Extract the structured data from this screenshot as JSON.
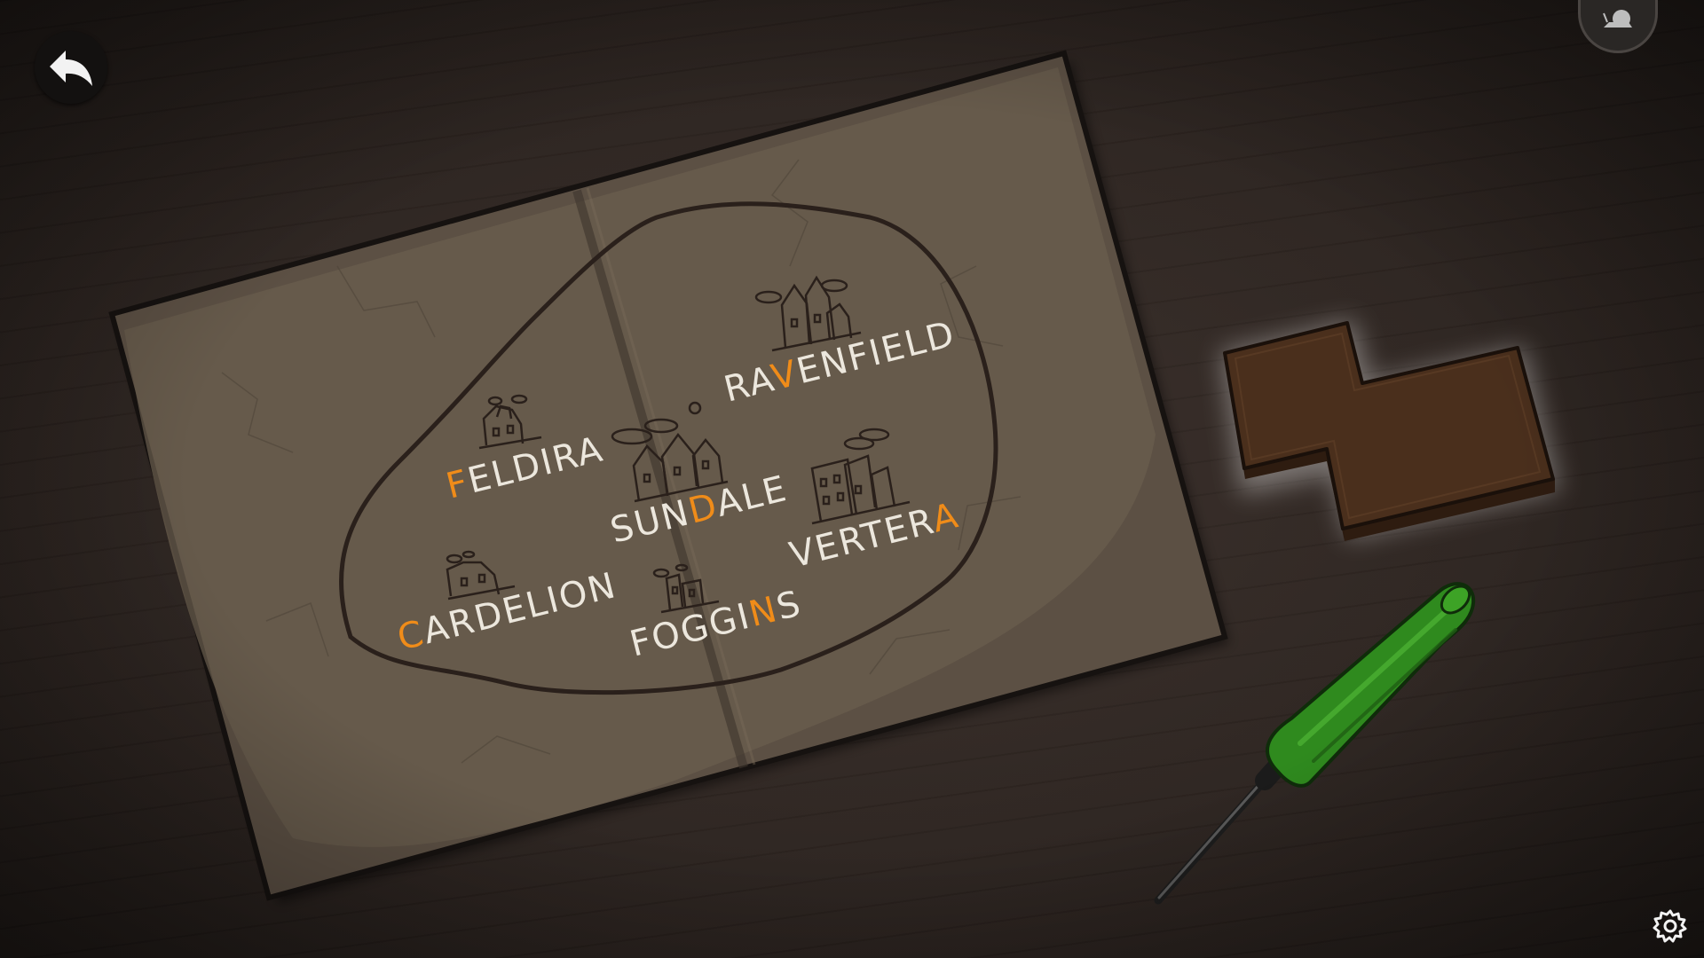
{
  "scene": {
    "name": "town-map-puzzle"
  },
  "colors": {
    "table": "#2e2521",
    "paper": "#5e5245",
    "paper_light": "#6a5d4e",
    "ink": "#2a201b",
    "label_text": "#ece7dd",
    "label_highlight": "#f08c19",
    "piece": "#4a2f1c",
    "piece_edge": "#3a2416",
    "screwdriver_handle": "#2f8a1e",
    "screwdriver_shaft": "#3b3b3b"
  },
  "icons": {
    "back": "back-arrow-icon",
    "settings": "gear-icon",
    "badge": "snail-icon"
  },
  "towns": [
    {
      "id": "feldira",
      "prefix": "",
      "highlight": "F",
      "suffix": "ELDIRA"
    },
    {
      "id": "sundale",
      "prefix": "SUN",
      "highlight": "D",
      "suffix": "ALE"
    },
    {
      "id": "ravenfield",
      "prefix": "RA",
      "highlight": "V",
      "suffix": "ENFIELD"
    },
    {
      "id": "cardelion",
      "prefix": "",
      "highlight": "C",
      "suffix": "ARDELION"
    },
    {
      "id": "foggins",
      "prefix": "FOGGI",
      "highlight": "N",
      "suffix": "S"
    },
    {
      "id": "vertera",
      "prefix": "VERTER",
      "highlight": "A",
      "suffix": ""
    }
  ]
}
